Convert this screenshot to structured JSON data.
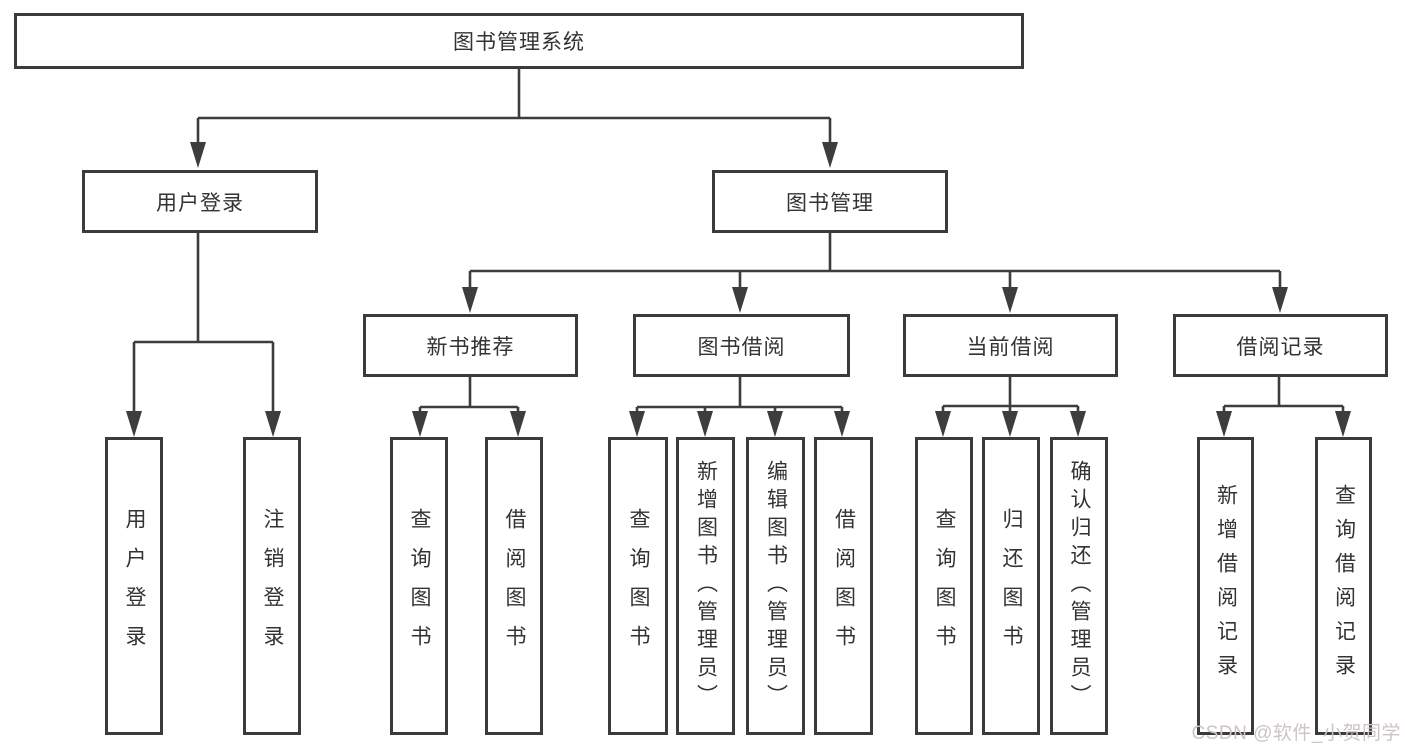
{
  "diagram": {
    "root": "图书管理系统",
    "branches": [
      {
        "label": "用户登录",
        "children": [
          "用户登录",
          "注销登录"
        ]
      },
      {
        "label": "图书管理",
        "children": [
          {
            "label": "新书推荐",
            "children": [
              "查询图书",
              "借阅图书"
            ]
          },
          {
            "label": "图书借阅",
            "children": [
              "查询图书",
              "新增图书（管理员）",
              "编辑图书（管理员）",
              "借阅图书"
            ]
          },
          {
            "label": "当前借阅",
            "children": [
              "查询图书",
              "归还图书",
              "确认归还（管理员）"
            ]
          },
          {
            "label": "借阅记录",
            "children": [
              "新增借阅记录",
              "查询借阅记录"
            ]
          }
        ]
      }
    ]
  },
  "watermark": {
    "text": "CSDN @软件_小贺同学"
  },
  "colors": {
    "line": "#3d3d3d",
    "text": "#333333",
    "background": "#ffffff",
    "watermark": "#cdc4c4"
  }
}
